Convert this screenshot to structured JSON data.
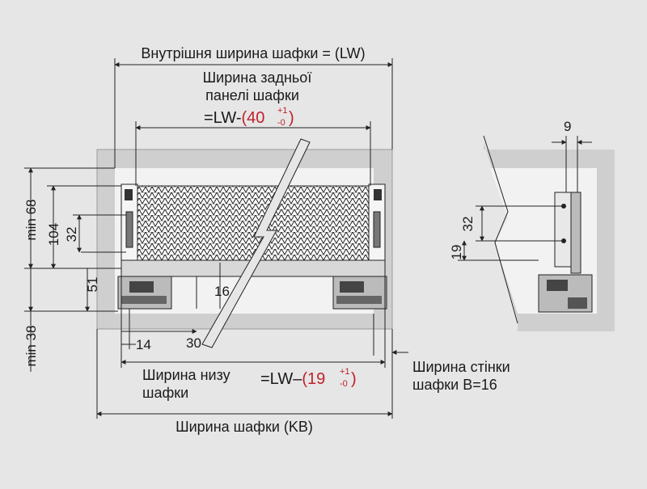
{
  "colors": {
    "background": "#e6e6e6",
    "panel": "#cfcfcf",
    "inner": "#f2f2f2",
    "accent": "#c0202a",
    "line": "#222222"
  },
  "labels": {
    "top_width": "Внутрішня ширина шафки = (LW)",
    "back_panel_l1": "Ширина задньої",
    "back_panel_l2": "панелі шафки",
    "back_formula_prefix": "=LW-",
    "back_formula_open": "(",
    "back_formula_value": "40",
    "back_formula_tol_up": "+1",
    "back_formula_tol_down": "-0",
    "back_formula_close": ")",
    "bottom_l1": "Ширина низу",
    "bottom_l2": "шафки",
    "bottom_formula_prefix": "=LW–",
    "bottom_formula_open": "(",
    "bottom_formula_value": "19",
    "bottom_formula_tol_up": "+1",
    "bottom_formula_tol_down": "-0",
    "bottom_formula_close": ")",
    "side_wall_l1": "Ширина стінки",
    "side_wall_l2": "шафки B=16",
    "cabinet_width": "Ширина шафки (KB)"
  },
  "dimensions": {
    "min68": "min 68",
    "d104": "104",
    "d32": "32",
    "d51": "51",
    "min38": "min 38",
    "d16": "16",
    "d14": "14",
    "d30": "30",
    "d9": "9",
    "r32": "32",
    "r19": "19"
  }
}
